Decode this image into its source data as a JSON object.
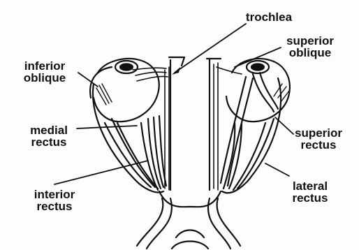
{
  "labels": {
    "trochlea": "trochlea",
    "superior_oblique": [
      "superior",
      "oblique"
    ],
    "inferior_oblique": [
      "inferior",
      "oblique"
    ],
    "medial_rectus": [
      "medial",
      "rectus"
    ],
    "superior_rectus": [
      "superior",
      "rectus"
    ],
    "interior_rectus": [
      "interior",
      "rectus"
    ],
    "lateral_rectus": [
      "lateral",
      "rectus"
    ]
  },
  "colors": {
    "ink": "#111111",
    "paper": "#fdfdfd"
  }
}
